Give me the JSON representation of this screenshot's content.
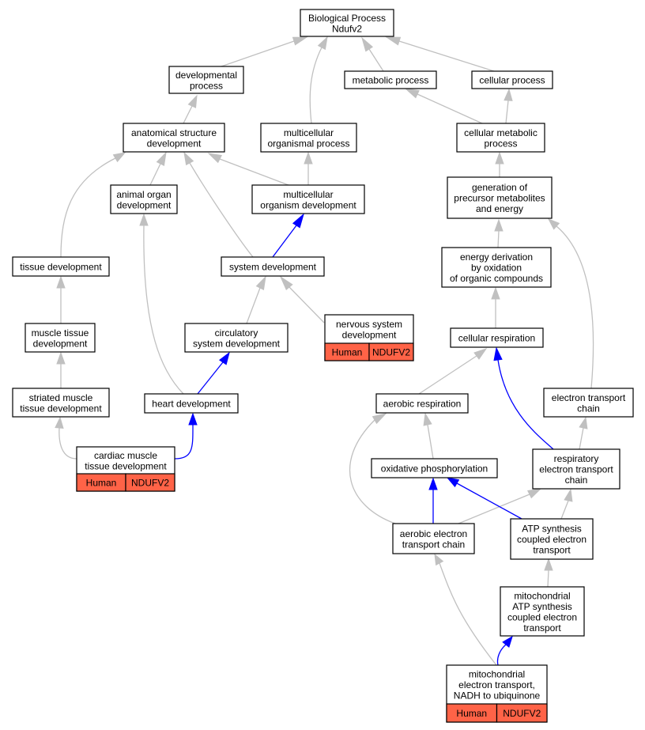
{
  "colors": {
    "edge_gray": "#c0c0c0",
    "edge_blue": "#0000ff",
    "annotation_fill": "#ff6347",
    "node_border": "#000000",
    "node_fill": "#ffffff"
  },
  "annotation_rows": {
    "nervous": [
      "Human",
      "NDUFV2"
    ],
    "cardiac": [
      "Human",
      "NDUFV2"
    ],
    "nadh": [
      "Human",
      "NDUFV2"
    ]
  },
  "nodes": [
    {
      "id": "root",
      "lines": [
        "Biological Process",
        "Ndufv2"
      ]
    },
    {
      "id": "devproc",
      "lines": [
        "developmental",
        "process"
      ]
    },
    {
      "id": "metab",
      "lines": [
        "metabolic process"
      ]
    },
    {
      "id": "cellproc",
      "lines": [
        "cellular process"
      ]
    },
    {
      "id": "anatdev",
      "lines": [
        "anatomical structure",
        "development"
      ]
    },
    {
      "id": "multiorg",
      "lines": [
        "multicellular",
        "organismal process"
      ]
    },
    {
      "id": "cellmetab",
      "lines": [
        "cellular metabolic",
        "process"
      ]
    },
    {
      "id": "animorg",
      "lines": [
        "animal organ",
        "development"
      ]
    },
    {
      "id": "multidev",
      "lines": [
        "multicellular",
        "organism development"
      ]
    },
    {
      "id": "genprec",
      "lines": [
        "generation of",
        "precursor metabolites",
        "and energy"
      ]
    },
    {
      "id": "tissue",
      "lines": [
        "tissue development"
      ]
    },
    {
      "id": "sysdev",
      "lines": [
        "system development"
      ]
    },
    {
      "id": "energy",
      "lines": [
        "energy derivation",
        "by oxidation",
        "of organic compounds"
      ]
    },
    {
      "id": "muscle",
      "lines": [
        "muscle tissue",
        "development"
      ]
    },
    {
      "id": "circ",
      "lines": [
        "circulatory",
        "system development"
      ]
    },
    {
      "id": "nervous",
      "lines": [
        "nervous system",
        "development"
      ]
    },
    {
      "id": "cellresp",
      "lines": [
        "cellular respiration"
      ]
    },
    {
      "id": "striated",
      "lines": [
        "striated muscle",
        "tissue development"
      ]
    },
    {
      "id": "heart",
      "lines": [
        "heart development"
      ]
    },
    {
      "id": "aerresp",
      "lines": [
        "aerobic respiration"
      ]
    },
    {
      "id": "etc",
      "lines": [
        "electron transport",
        "chain"
      ]
    },
    {
      "id": "cardiac",
      "lines": [
        "cardiac muscle",
        "tissue development"
      ]
    },
    {
      "id": "oxphos",
      "lines": [
        "oxidative phosphorylation"
      ]
    },
    {
      "id": "retc",
      "lines": [
        "respiratory",
        "electron transport",
        "chain"
      ]
    },
    {
      "id": "aetc",
      "lines": [
        "aerobic electron",
        "transport chain"
      ]
    },
    {
      "id": "atpsyn",
      "lines": [
        "ATP synthesis",
        "coupled electron",
        "transport"
      ]
    },
    {
      "id": "mitoatp",
      "lines": [
        "mitochondrial",
        "ATP synthesis",
        "coupled electron",
        "transport"
      ]
    },
    {
      "id": "nadh",
      "lines": [
        "mitochondrial",
        "electron transport,",
        "NADH to ubiquinone"
      ]
    }
  ],
  "edges": [
    {
      "from": "devproc",
      "to": "root",
      "color": "gray"
    },
    {
      "from": "multiorg",
      "to": "root",
      "color": "gray"
    },
    {
      "from": "metab",
      "to": "root",
      "color": "gray"
    },
    {
      "from": "cellproc",
      "to": "root",
      "color": "gray"
    },
    {
      "from": "anatdev",
      "to": "devproc",
      "color": "gray"
    },
    {
      "from": "cellmetab",
      "to": "metab",
      "color": "gray"
    },
    {
      "from": "cellmetab",
      "to": "cellproc",
      "color": "gray"
    },
    {
      "from": "animorg",
      "to": "anatdev",
      "color": "gray"
    },
    {
      "from": "multidev",
      "to": "anatdev",
      "color": "gray"
    },
    {
      "from": "multidev",
      "to": "multiorg",
      "color": "gray"
    },
    {
      "from": "genprec",
      "to": "cellmetab",
      "color": "gray"
    },
    {
      "from": "tissue",
      "to": "anatdev",
      "color": "gray"
    },
    {
      "from": "sysdev",
      "to": "anatdev",
      "color": "gray"
    },
    {
      "from": "sysdev",
      "to": "multidev",
      "color": "blue"
    },
    {
      "from": "energy",
      "to": "genprec",
      "color": "gray"
    },
    {
      "from": "muscle",
      "to": "tissue",
      "color": "gray"
    },
    {
      "from": "circ",
      "to": "sysdev",
      "color": "gray"
    },
    {
      "from": "nervous",
      "to": "sysdev",
      "color": "gray"
    },
    {
      "from": "cellresp",
      "to": "energy",
      "color": "gray"
    },
    {
      "from": "striated",
      "to": "muscle",
      "color": "gray"
    },
    {
      "from": "heart",
      "to": "animorg",
      "color": "gray"
    },
    {
      "from": "heart",
      "to": "circ",
      "color": "blue"
    },
    {
      "from": "aerresp",
      "to": "cellresp",
      "color": "gray"
    },
    {
      "from": "etc",
      "to": "genprec",
      "color": "gray"
    },
    {
      "from": "cardiac",
      "to": "striated",
      "color": "gray"
    },
    {
      "from": "cardiac",
      "to": "heart",
      "color": "blue"
    },
    {
      "from": "oxphos",
      "to": "aerresp",
      "color": "gray"
    },
    {
      "from": "retc",
      "to": "cellresp",
      "color": "blue"
    },
    {
      "from": "retc",
      "to": "etc",
      "color": "gray"
    },
    {
      "from": "aetc",
      "to": "aerresp",
      "color": "gray"
    },
    {
      "from": "aetc",
      "to": "oxphos",
      "color": "blue"
    },
    {
      "from": "aetc",
      "to": "retc",
      "color": "gray"
    },
    {
      "from": "atpsyn",
      "to": "oxphos",
      "color": "blue"
    },
    {
      "from": "atpsyn",
      "to": "retc",
      "color": "gray"
    },
    {
      "from": "mitoatp",
      "to": "atpsyn",
      "color": "gray"
    },
    {
      "from": "nadh",
      "to": "aetc",
      "color": "gray"
    },
    {
      "from": "nadh",
      "to": "mitoatp",
      "color": "blue"
    }
  ]
}
